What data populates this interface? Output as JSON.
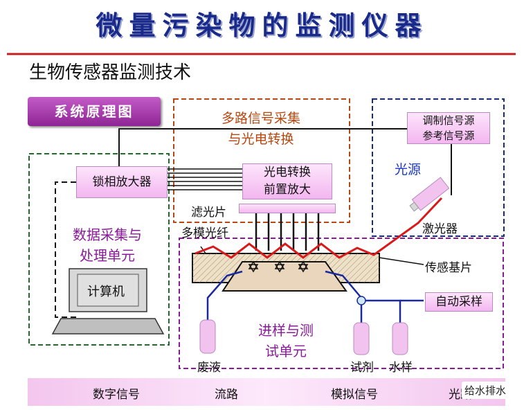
{
  "header": {
    "title": "微量污染物的监测仪器",
    "subtitle": "生物传感器监测技术",
    "badge": "系统原理图"
  },
  "groups": {
    "signal_acquisition": "多路信号采集\n与光电转换",
    "light_source": "光源",
    "data_processing": "数据采集与\n处理单元",
    "sampling_unit": "进样与测\n试单元"
  },
  "components": {
    "modulation_source": "调制信号源\n参考信号源",
    "lockin_amplifier": "锁相放大器",
    "photoelectric": "光电转换\n前置放大",
    "filter": "滤光片",
    "multimode_fiber": "多模光纤",
    "laser": "激光器",
    "sensor_substrate": "传感基片",
    "auto_sampling": "自动采样",
    "computer": "计算机",
    "waste": "废液",
    "reagent": "试剂",
    "water_sample": "水样"
  },
  "legend": {
    "digital": "数字信号",
    "flow": "流路",
    "analog": "模拟信号",
    "light": "光路"
  },
  "watermark": "给水排水",
  "colors": {
    "title": "#1a2a8a",
    "digital_dash": "#111111",
    "flow": "#1a2a9c",
    "analog": "#111111",
    "light": "#d81a1a",
    "box_fill": "#f7c6f3",
    "frame_orange": "#b8460e",
    "frame_navy": "#1a2a7a",
    "frame_green": "#1e6e2a",
    "frame_purple": "#8a1a9a"
  }
}
